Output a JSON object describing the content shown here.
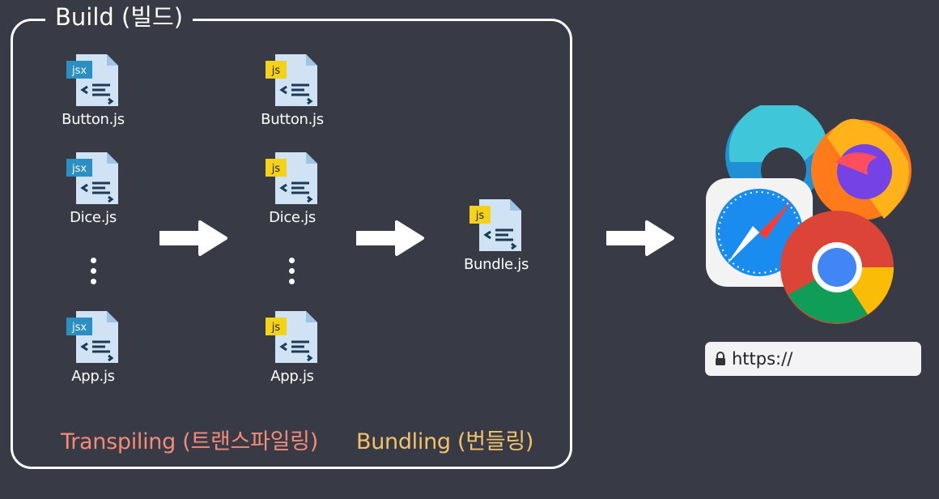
{
  "build": {
    "title": "Build (빌드)"
  },
  "source_files": [
    {
      "badge": "jsx",
      "name": "Button.js"
    },
    {
      "badge": "jsx",
      "name": "Dice.js"
    },
    {
      "badge": "jsx",
      "name": "App.js"
    }
  ],
  "transpiled_files": [
    {
      "badge": "js",
      "name": "Button.js"
    },
    {
      "badge": "js",
      "name": "Dice.js"
    },
    {
      "badge": "js",
      "name": "App.js"
    }
  ],
  "bundle_file": {
    "badge": "js",
    "name": "Bundle.js"
  },
  "captions": {
    "transpiling": "Transpiling (트랜스파일링)",
    "bundling": "Bundling (번들링)"
  },
  "address_bar": {
    "text": "https://"
  },
  "browsers": [
    "edge-icon",
    "firefox-icon",
    "safari-icon",
    "chrome-icon"
  ],
  "colors": {
    "background": "#383b45",
    "jsx_badge": "#2b8fc2",
    "js_badge": "#f4d21a",
    "transpiling": "#f28b79",
    "bundling": "#f2c26b"
  }
}
